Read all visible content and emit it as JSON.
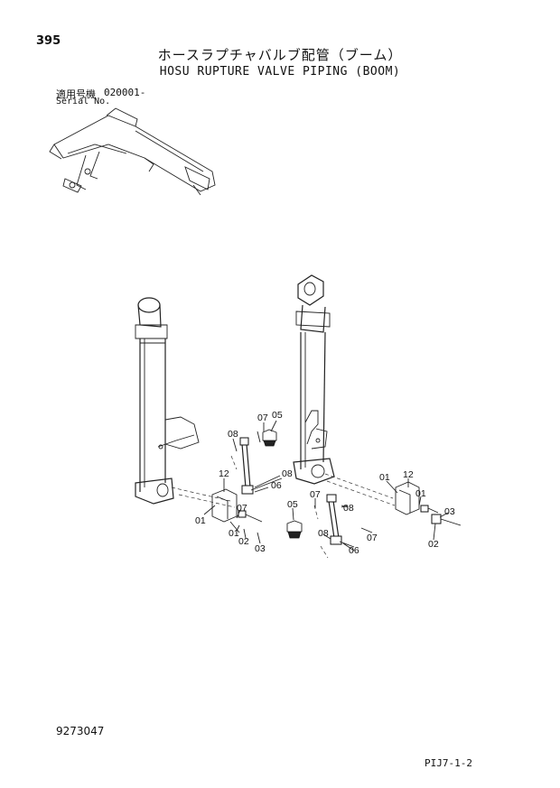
{
  "header": {
    "page_number": "395",
    "title_ja": "ホースラプチャバルブ配管（ブーム）",
    "title_en": "HOSU RUPTURE VALVE PIPING (BOOM)",
    "serial_label_ja": "適用号機",
    "serial_value": "020001-",
    "serial_label_en": "Serial No."
  },
  "callouts": [
    {
      "id": "L08a",
      "text": "08"
    },
    {
      "id": "L07a",
      "text": "07"
    },
    {
      "id": "L05a",
      "text": "05"
    },
    {
      "id": "L12a",
      "text": "12"
    },
    {
      "id": "L08b",
      "text": "08"
    },
    {
      "id": "L06a",
      "text": "06"
    },
    {
      "id": "L07b",
      "text": "07"
    },
    {
      "id": "L01a",
      "text": "01"
    },
    {
      "id": "L01b",
      "text": "01"
    },
    {
      "id": "L02a",
      "text": "02"
    },
    {
      "id": "L03a",
      "text": "03"
    },
    {
      "id": "L01c",
      "text": "01"
    },
    {
      "id": "L12b",
      "text": "12"
    },
    {
      "id": "L01d",
      "text": "01"
    },
    {
      "id": "L07c",
      "text": "07"
    },
    {
      "id": "L05b",
      "text": "05"
    },
    {
      "id": "L08c",
      "text": "08"
    },
    {
      "id": "L03b",
      "text": "03"
    },
    {
      "id": "L08d",
      "text": "08"
    },
    {
      "id": "L07d",
      "text": "07"
    },
    {
      "id": "L02b",
      "text": "02"
    },
    {
      "id": "L06b",
      "text": "06"
    }
  ],
  "footer": {
    "doc_number": "9273047",
    "page_code": "PIJ7-1-2"
  }
}
